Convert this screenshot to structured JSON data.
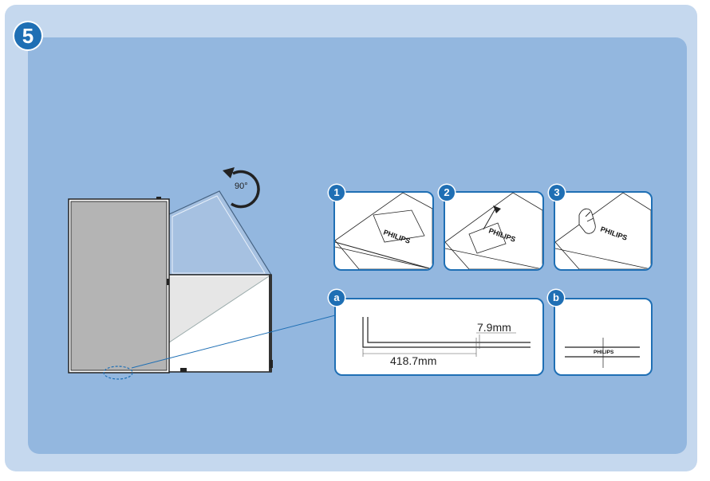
{
  "step_number": "5",
  "rotation_label": "90°",
  "sub_steps": [
    "1",
    "2",
    "3"
  ],
  "details": [
    {
      "badge": "a",
      "width_label": "418.7mm",
      "gap_label": "7.9mm"
    },
    {
      "badge": "b",
      "logo_text": "PHILIPS"
    }
  ],
  "logo_text": "PHILIPS",
  "colors": {
    "accent": "#1f6fb4",
    "outer_bg": "#c5d8ee",
    "inner_bg": "#93b7df"
  }
}
